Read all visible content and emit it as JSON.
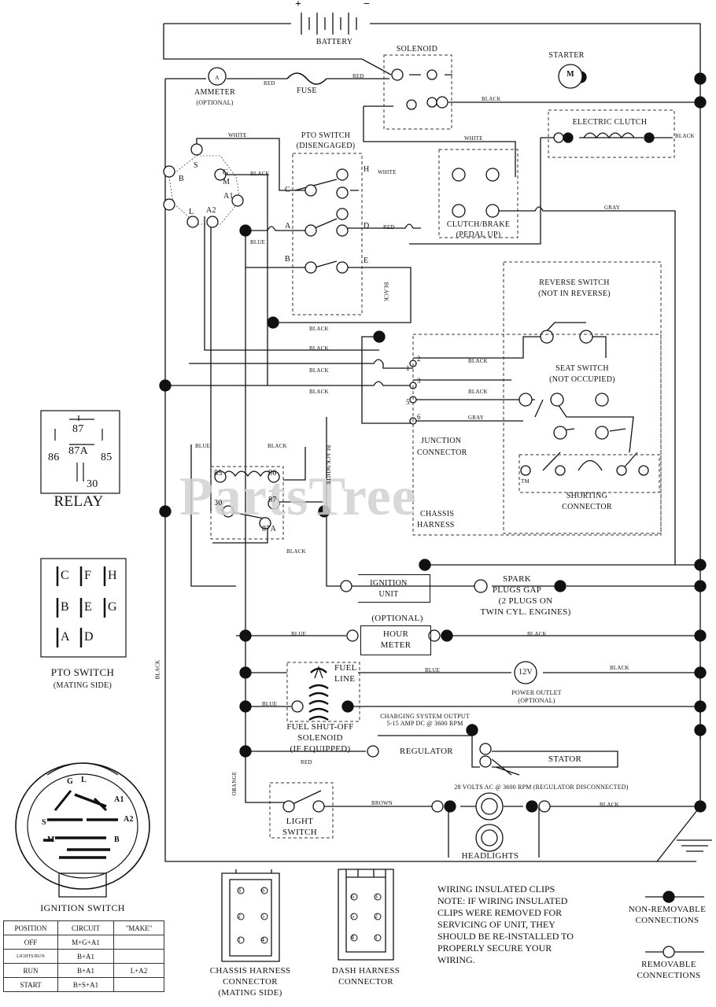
{
  "battery": {
    "label": "BATTERY",
    "plus": "+",
    "minus": "−"
  },
  "solenoid": "SOLENOID",
  "starter": {
    "label": "STARTER",
    "symbol": "M"
  },
  "ammeter": {
    "label": "AMMETER",
    "optional": "(OPTIONAL)",
    "symbol": "A"
  },
  "fuse": "FUSE",
  "wires": {
    "red1": "RED",
    "red2": "RED",
    "red3": "RED",
    "black_sol": "BLACK",
    "white1": "WHITE",
    "white2": "WHITE",
    "white3": "WHITE",
    "black_clutch": "BLACK",
    "gray1": "GRAY",
    "gray2": "GRAY",
    "black_ign": "BLACK",
    "blue_pto": "BLUE",
    "black_d": "BLACK",
    "black1": "BLACK",
    "black2": "BLACK",
    "black3": "BLACK",
    "black4": "BLACK",
    "black_j2": "BLACK",
    "black_j3": "BLACK",
    "blue_relay": "BLUE",
    "black_relay": "BLACK",
    "black_white": "BLACK/WHITE",
    "black_87a": "BLACK",
    "blue_hour": "BLUE",
    "black_hour": "BLACK",
    "blue_outlet": "BLUE",
    "black_outlet": "BLACK",
    "blue_fuel": "BLUE",
    "red_reg": "RED",
    "orange": "ORANGE",
    "brown": "BROWN",
    "black_head": "BLACK",
    "black_left": "BLACK"
  },
  "ignition_connector": {
    "pins": [
      "S",
      "G",
      "B",
      "L",
      "A2",
      "A1",
      "M"
    ]
  },
  "pto_switch": {
    "label": "PTO SWITCH",
    "state": "(DISENGAGED)",
    "pins": [
      "C",
      "H",
      "A",
      "D",
      "B",
      "E"
    ]
  },
  "clutch_brake": {
    "label": "CLUTCH/BRAKE",
    "state": "(PEDAL UP)"
  },
  "electric_clutch": "ELECTRIC CLUTCH",
  "reverse_switch": {
    "label": "REVERSE SWITCH",
    "state": "(NOT IN REVERSE)"
  },
  "seat_switch": {
    "label": "SEAT SWITCH",
    "state": "(NOT OCCUPIED)"
  },
  "junction": {
    "label1": "JUNCTION",
    "label2": "CONNECTOR",
    "pins": [
      "2",
      "1",
      "3",
      "5",
      "6"
    ]
  },
  "shorting": {
    "label1": "SHORTING",
    "label2": "CONNECTOR"
  },
  "chassis_harness": {
    "label1": "CHASSIS",
    "label2": "HARNESS"
  },
  "relay_circuit": {
    "pins": [
      "85",
      "86",
      "30",
      "87",
      "87A"
    ]
  },
  "relay_legend": {
    "label": "RELAY",
    "pins": [
      "87",
      "86",
      "87A",
      "85",
      "30"
    ]
  },
  "pto_legend": {
    "label": "PTO SWITCH",
    "sub": "(MATING SIDE)",
    "pins": [
      "C",
      "F",
      "H",
      "B",
      "E",
      "G",
      "A",
      "D"
    ]
  },
  "ignition_unit": {
    "label1": "IGNITION",
    "label2": "UNIT"
  },
  "spark": {
    "line1": "SPARK",
    "line2": "PLUGS GAP",
    "line3": "(2 PLUGS ON",
    "line4": "TWIN CYL. ENGINES)"
  },
  "hour_meter": {
    "optional": "(OPTIONAL)",
    "label1": "HOUR",
    "label2": "METER"
  },
  "fuel_line": {
    "label1": "FUEL",
    "label2": "LINE"
  },
  "power_outlet": {
    "symbol": "12V",
    "label": "POWER OUTLET",
    "optional": "(OPTIONAL)"
  },
  "fuel_solenoid": {
    "label1": "FUEL SHUT-OFF",
    "label2": "SOLENOID",
    "label3": "(IF EQUIPPED)"
  },
  "charging": {
    "line1": "CHARGING SYSTEM OUTPUT",
    "line2": "5-15 AMP DC @ 3600 RPM"
  },
  "regulator": "REGULATOR",
  "stator": "STATOR",
  "stator_ac": "28 VOLTS AC @ 3600 RPM (REGULATOR DISCONNECTED)",
  "light_switch": {
    "label1": "LIGHT",
    "label2": "SWITCH"
  },
  "headlights": "HEADLIGHTS",
  "ignition_switch": {
    "label": "IGNITION SWITCH",
    "terminals": [
      "G",
      "L",
      "A1",
      "A2",
      "S",
      "M",
      "B"
    ],
    "table": {
      "headers": [
        "POSITION",
        "CIRCUIT",
        "\"MAKE\""
      ],
      "rows": [
        [
          "OFF",
          "M+G+A1",
          ""
        ],
        [
          "LIGHTS/RUN",
          "B+A1",
          ""
        ],
        [
          "RUN",
          "B+A1",
          "L+A2"
        ],
        [
          "START",
          "B+S+A1",
          ""
        ]
      ]
    }
  },
  "chassis_conn": {
    "label1": "CHASSIS HARNESS",
    "label2": "CONNECTOR",
    "label3": "(MATING SIDE)",
    "pins": [
      "3",
      "6",
      "2",
      "5",
      "1",
      "4"
    ]
  },
  "dash_conn": {
    "label1": "DASH HARNESS",
    "label2": "CONNECTOR",
    "pins": [
      "6",
      "3",
      "5",
      "2",
      "4",
      "1"
    ]
  },
  "clips_note": {
    "line1": "WIRING INSULATED CLIPS",
    "line2": "NOTE: IF WIRING INSULATED",
    "line3": "CLIPS WERE REMOVED FOR",
    "line4": "SERVICING OF UNIT, THEY",
    "line5": "SHOULD BE RE-INSTALLED TO",
    "line6": "PROPERLY SECURE YOUR",
    "line7": "WIRING."
  },
  "legend": {
    "non_removable1": "NON-REMOVABLE",
    "non_removable2": "CONNECTIONS",
    "removable1": "REMOVABLE",
    "removable2": "CONNECTIONS"
  },
  "watermark": "PartsTree",
  "trademark": "TM"
}
